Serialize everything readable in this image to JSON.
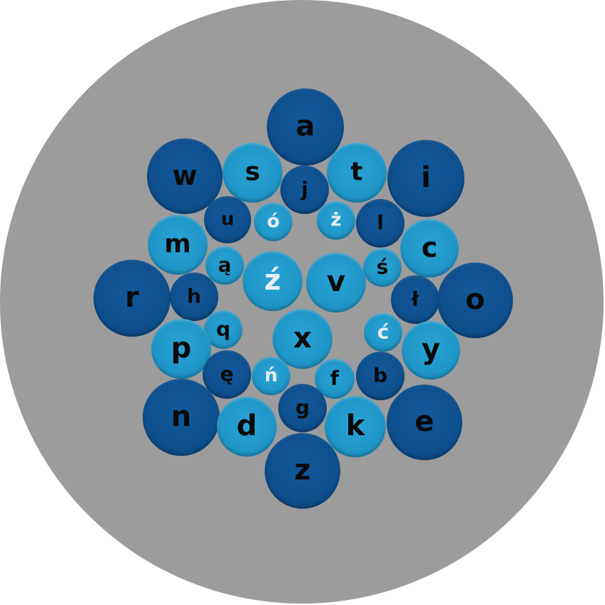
{
  "colors": {
    "background": "#ffffff",
    "disc": "#9c9c9c",
    "dark_key": "#0e4f8e",
    "light_key": "#1f96c8",
    "dark_text": "#0a0a0a",
    "pale_text": "#e8eef3"
  },
  "keys": [
    {
      "id": "a",
      "label": "a",
      "tone": "dark"
    },
    {
      "id": "w",
      "label": "w",
      "tone": "dark"
    },
    {
      "id": "s",
      "label": "s",
      "tone": "light"
    },
    {
      "id": "j",
      "label": "j",
      "tone": "dark"
    },
    {
      "id": "t",
      "label": "t",
      "tone": "light"
    },
    {
      "id": "i",
      "label": "i",
      "tone": "dark"
    },
    {
      "id": "u",
      "label": "u",
      "tone": "dark"
    },
    {
      "id": "o-acute",
      "label": "ó",
      "tone": "light",
      "pale": true
    },
    {
      "id": "z-dot",
      "label": "ż",
      "tone": "light",
      "pale": true
    },
    {
      "id": "l",
      "label": "l",
      "tone": "dark"
    },
    {
      "id": "m",
      "label": "m",
      "tone": "light"
    },
    {
      "id": "c",
      "label": "c",
      "tone": "light"
    },
    {
      "id": "a-ogonek",
      "label": "ą",
      "tone": "light"
    },
    {
      "id": "z-acute",
      "label": "ź",
      "tone": "light",
      "pale": true
    },
    {
      "id": "v",
      "label": "v",
      "tone": "light"
    },
    {
      "id": "s-acute",
      "label": "ś",
      "tone": "light"
    },
    {
      "id": "r",
      "label": "r",
      "tone": "dark"
    },
    {
      "id": "h",
      "label": "h",
      "tone": "dark"
    },
    {
      "id": "l-stroke",
      "label": "ł",
      "tone": "dark"
    },
    {
      "id": "o",
      "label": "o",
      "tone": "dark"
    },
    {
      "id": "q",
      "label": "q",
      "tone": "light"
    },
    {
      "id": "x",
      "label": "x",
      "tone": "light"
    },
    {
      "id": "c-acute",
      "label": "ć",
      "tone": "light",
      "pale": true
    },
    {
      "id": "p",
      "label": "p",
      "tone": "light"
    },
    {
      "id": "y",
      "label": "y",
      "tone": "light"
    },
    {
      "id": "e-ogonek",
      "label": "ę",
      "tone": "dark"
    },
    {
      "id": "n-acute",
      "label": "ń",
      "tone": "light",
      "pale": true
    },
    {
      "id": "f",
      "label": "f",
      "tone": "light"
    },
    {
      "id": "b",
      "label": "b",
      "tone": "dark"
    },
    {
      "id": "n",
      "label": "n",
      "tone": "dark"
    },
    {
      "id": "g",
      "label": "g",
      "tone": "dark"
    },
    {
      "id": "d",
      "label": "d",
      "tone": "light"
    },
    {
      "id": "k",
      "label": "k",
      "tone": "light"
    },
    {
      "id": "e",
      "label": "e",
      "tone": "dark"
    },
    {
      "id": "z",
      "label": "z",
      "tone": "dark"
    }
  ]
}
